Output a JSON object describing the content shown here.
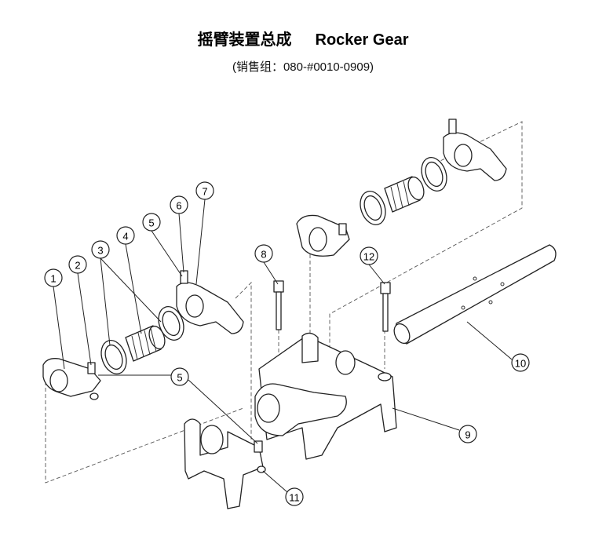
{
  "title": {
    "cn": "摇臂装置总成",
    "en": "Rocker Gear"
  },
  "subtitle": "(销售组：080-#0010-0909)",
  "callouts": [
    "1",
    "2",
    "3",
    "4",
    "5",
    "6",
    "7",
    "8",
    "12",
    "10",
    "9",
    "5",
    "11"
  ]
}
